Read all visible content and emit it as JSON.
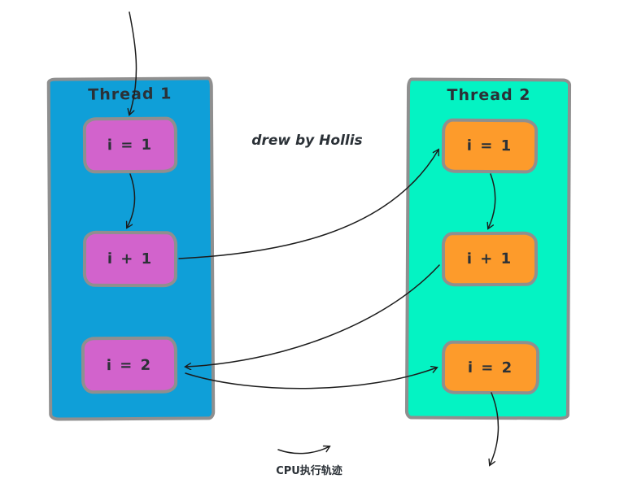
{
  "watermark": "drew by Hollis",
  "legend": {
    "label": "CPU执行轨迹",
    "symbol": "right-curved-arrow"
  },
  "threads": [
    {
      "title": "Thread 1",
      "panel_color": "#0f9fd8",
      "box_color": "#d263cc",
      "boxes": [
        "i = 1",
        "i + 1",
        "i = 2"
      ]
    },
    {
      "title": "Thread 2",
      "panel_color": "#04f3c3",
      "box_color": "#fd9b2b",
      "boxes": [
        "i = 1",
        "i + 1",
        "i = 2"
      ]
    }
  ],
  "flow_arrows": [
    {
      "from": "entry",
      "to": "thread1.i = 1"
    },
    {
      "from": "thread1.i = 1",
      "to": "thread1.i + 1"
    },
    {
      "from": "thread1.i + 1",
      "to": "thread2.i = 1"
    },
    {
      "from": "thread2.i = 1",
      "to": "thread2.i + 1"
    },
    {
      "from": "thread2.i + 1",
      "to": "thread1.i = 2"
    },
    {
      "from": "thread1.i = 2",
      "to": "thread2.i = 2"
    },
    {
      "from": "thread2.i = 2",
      "to": "exit"
    }
  ],
  "colors": {
    "panel_border": "#8f8f8f",
    "arrow": "#1c1c1c",
    "text": "#2b3137",
    "background": "#ffffff"
  }
}
